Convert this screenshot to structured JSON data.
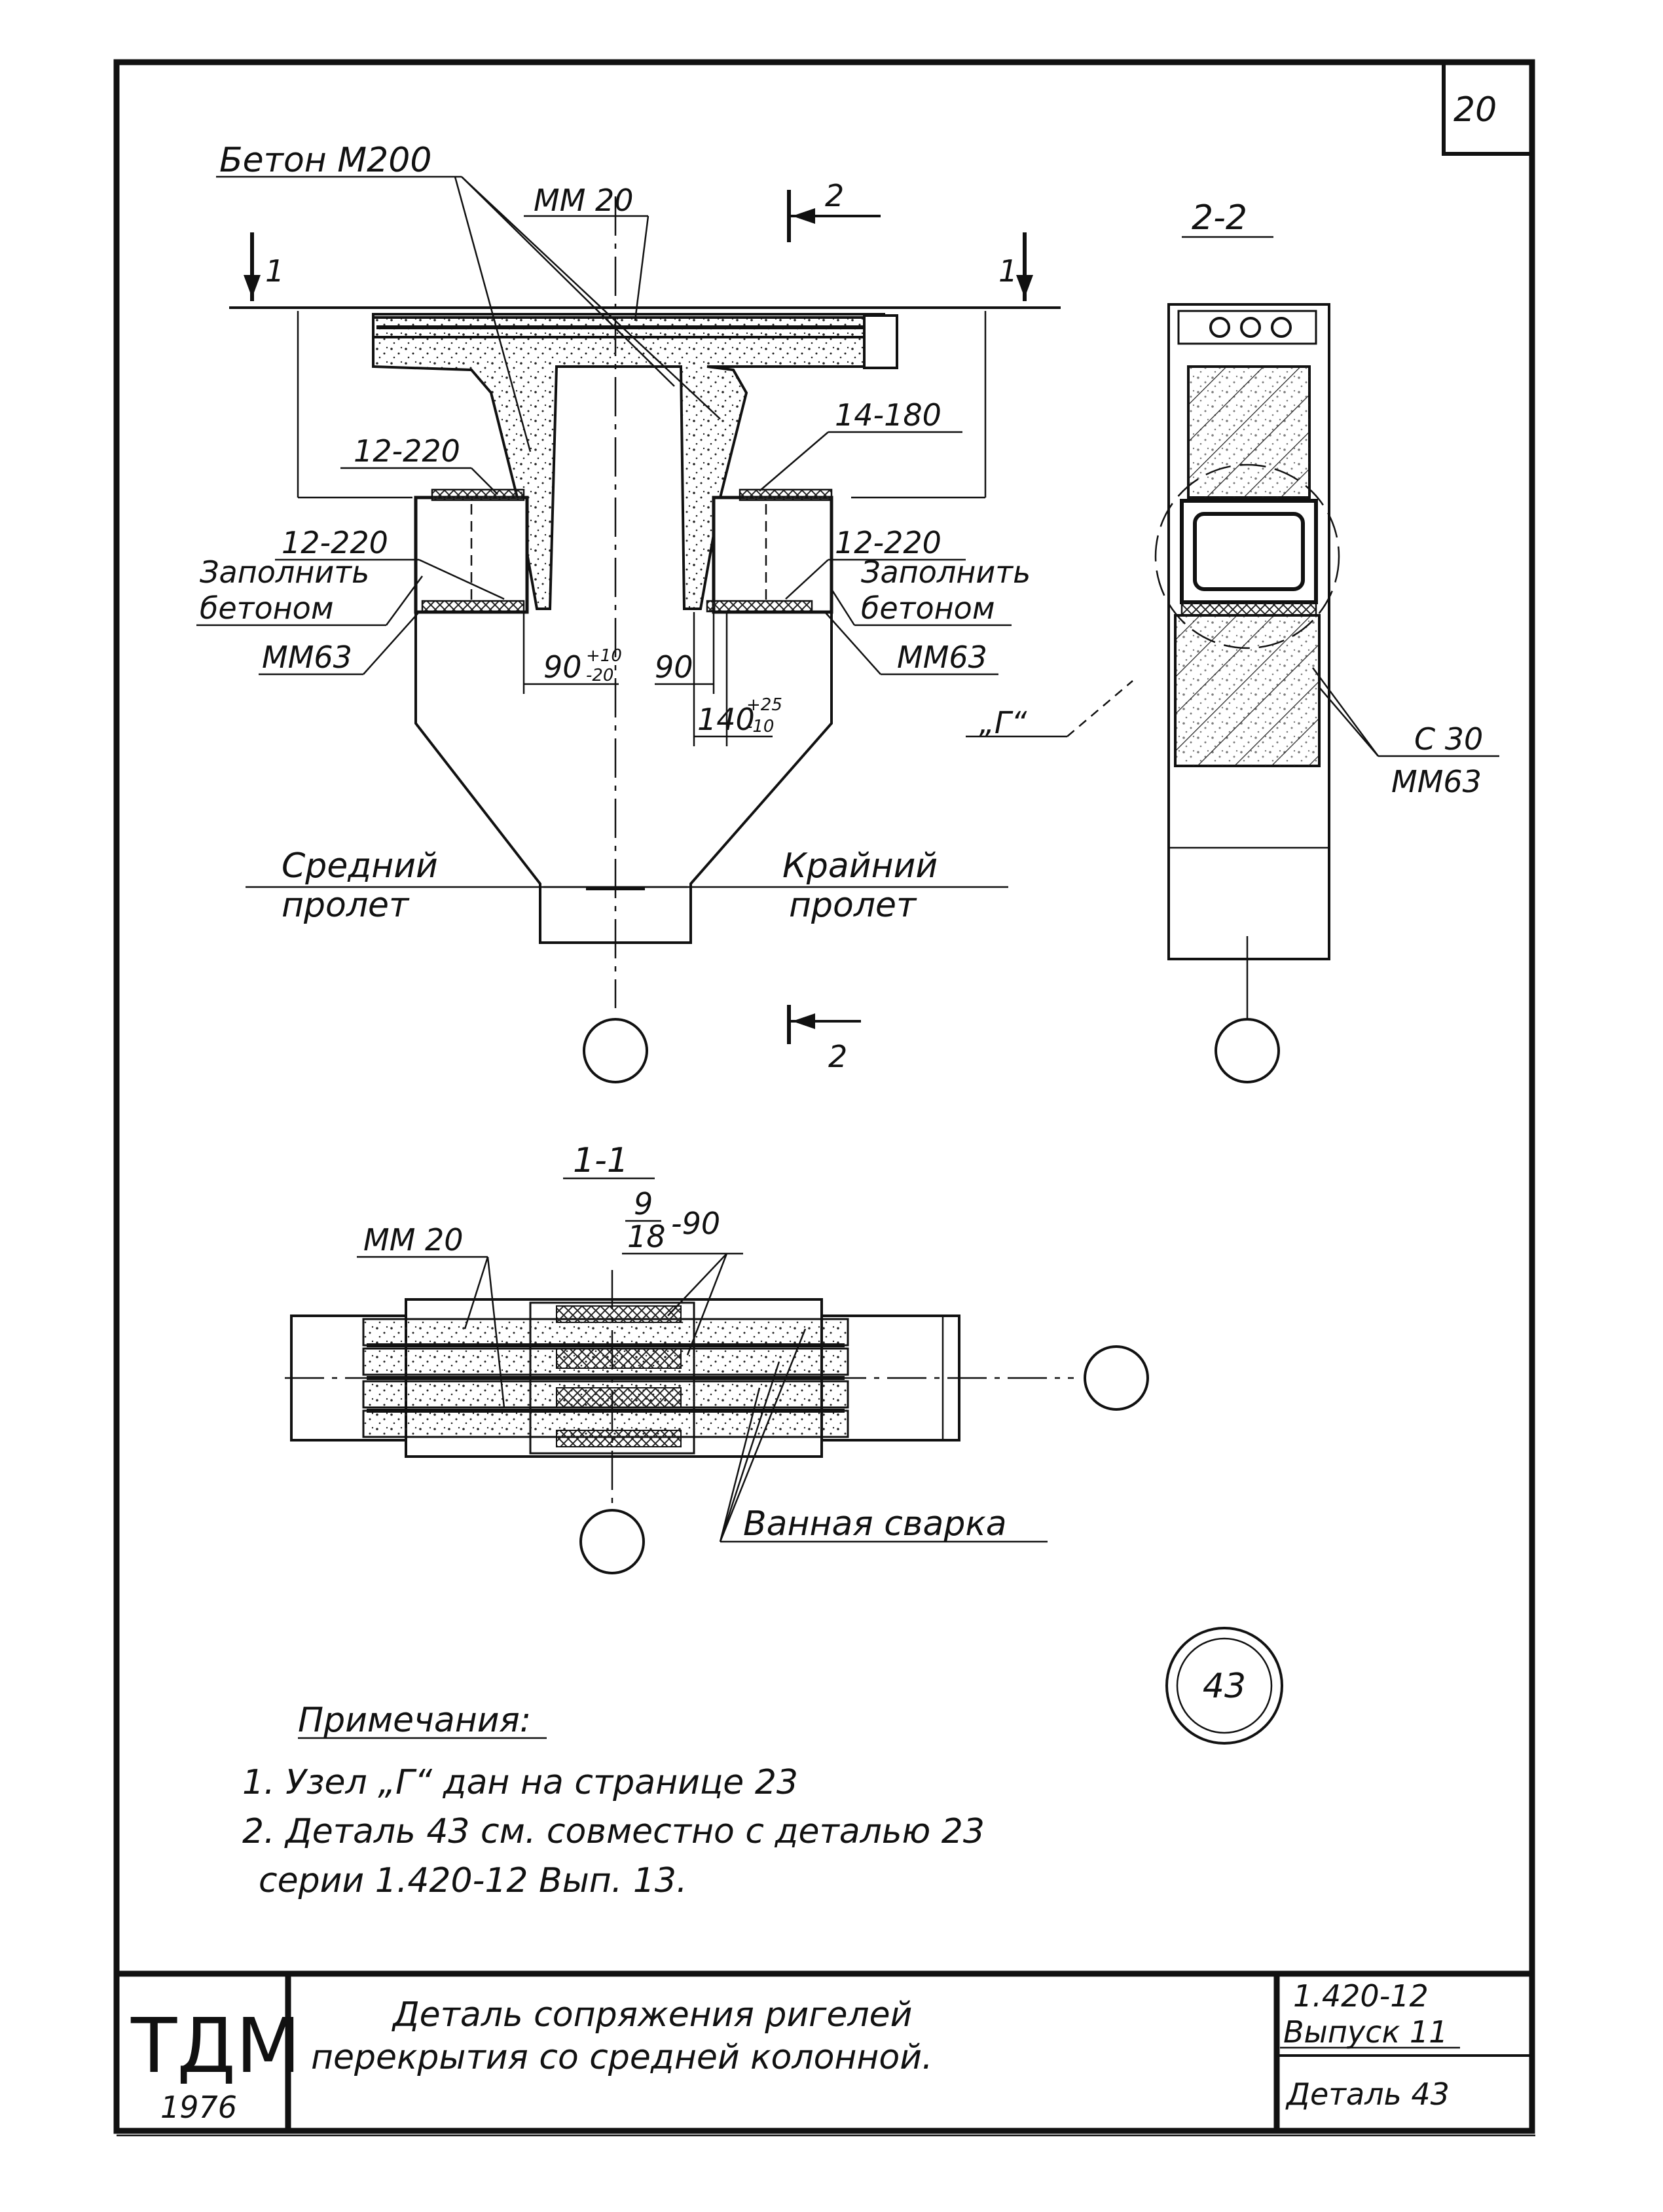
{
  "sheet_number": "20",
  "top_view": {
    "label_concrete": "Бетон M200",
    "label_mm20": "MM 20",
    "section_marks": {
      "one": "1",
      "two": "2"
    },
    "label_12_220_a": "12-220",
    "label_12_220_b": "12-220",
    "label_12_220_c": "12-220",
    "label_14_180": "14-180",
    "label_fill_left": [
      "Заполнить",
      "бетоном"
    ],
    "label_fill_right": [
      "Заполнить",
      "бетоном"
    ],
    "label_mm63_left": "MM63",
    "label_mm63_right": "MM63",
    "dim_90_tol": "90",
    "dim_90_tol_plus": "+10",
    "dim_90_tol_minus": "-20",
    "dim_90": "90",
    "dim_140": "140",
    "dim_140_plus": "+25",
    "dim_140_minus": "-10",
    "label_node": "„Г“",
    "span_left": [
      "Средний",
      "пролет"
    ],
    "span_right": [
      "Крайний",
      "пролет"
    ]
  },
  "section_2_2": {
    "title": "2-2",
    "label_c30": "C 30",
    "label_mm63": "MM63"
  },
  "section_1_1": {
    "title": "1-1",
    "label_mm20": "MM 20",
    "frac_num": "9",
    "frac_den": "18",
    "frac_suffix": "-90",
    "label_welding": "Ванная сварка"
  },
  "detail_badge": "43",
  "notes": {
    "heading": "Примечания:",
    "lines": [
      "1. Узел „Г“ дан на странице 23",
      "2. Деталь 43 см. совместно с деталью 23",
      "серии 1.420-12 Вып. 13."
    ]
  },
  "title_block": {
    "org": "ТДМ",
    "year": "1976",
    "title_line1": "Деталь сопряжения ригелей",
    "title_line2": "перекрытия со средней колонной.",
    "series": "1.420-12",
    "issue": "Выпуск 11",
    "detail": "Деталь 43"
  }
}
